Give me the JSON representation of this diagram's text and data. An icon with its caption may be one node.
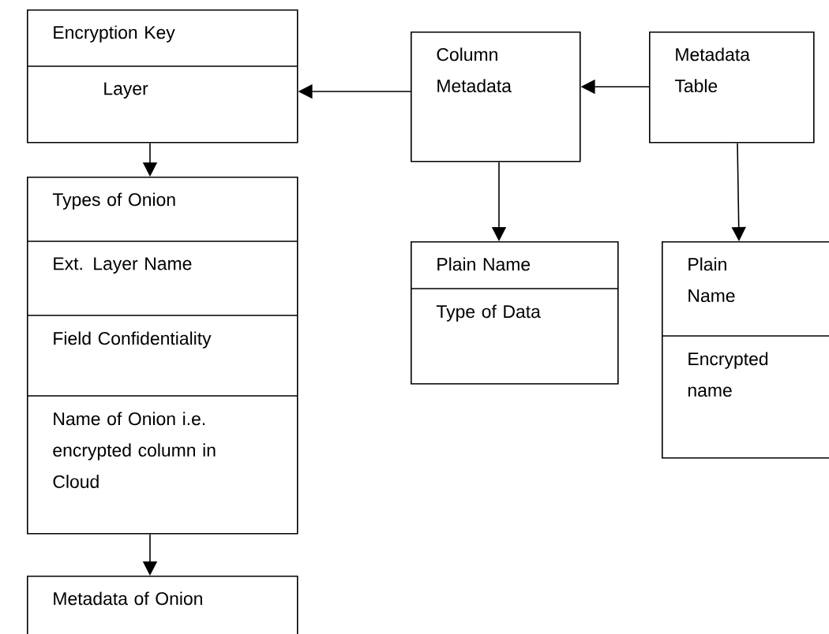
{
  "diagram": {
    "nodes": [
      {
        "text": [
          "Encryption Key",
          "Layer"
        ]
      },
      {
        "text": [
          "Types of Onion",
          "Ext. Layer Name",
          "Field Confidentiality",
          "Name of Onion i.e. encrypted column in Cloud"
        ]
      },
      {
        "text": [
          "Metadata of Onion"
        ]
      },
      {
        "text": [
          "Column Metadata"
        ]
      },
      {
        "text": [
          "Metadata Table"
        ]
      },
      {
        "text": [
          "Plain Name",
          "Type of Data"
        ]
      },
      {
        "text": [
          "Plain Name",
          "Encrypted name"
        ]
      }
    ],
    "edges": [
      {
        "from": 3,
        "to": 0,
        "arrow": "to"
      },
      {
        "from": 4,
        "to": 3,
        "arrow": "to"
      },
      {
        "from": 0,
        "to": 1,
        "arrow": "to"
      },
      {
        "from": 1,
        "to": 2,
        "arrow": "to"
      },
      {
        "from": 3,
        "to": 5,
        "arrow": "to"
      },
      {
        "from": 4,
        "to": 6,
        "arrow": "to"
      }
    ]
  }
}
